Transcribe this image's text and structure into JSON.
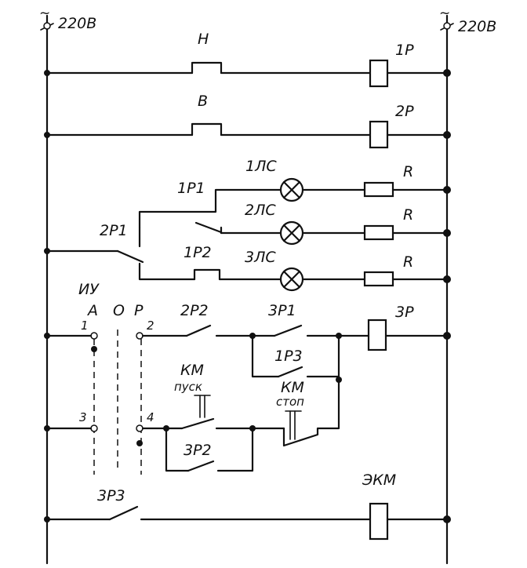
{
  "supply": {
    "left": "220В",
    "right": "220В",
    "ac_symbol": "~"
  },
  "rungs": {
    "r1": {
      "contact": "Н",
      "coil": "1Р"
    },
    "r2": {
      "contact": "В",
      "coil": "2Р"
    },
    "r3": {
      "contact": "1Р1",
      "lamp": "1ЛС",
      "resistor": "R"
    },
    "r4": {
      "contact": "2Р1",
      "lamp": "2ЛС",
      "resistor": "R"
    },
    "r5": {
      "contact": "1Р2",
      "lamp": "3ЛС",
      "resistor": "R"
    },
    "r6": {
      "contact_a": "2Р2",
      "contact_b": "3Р1",
      "contact_c": "1Р3",
      "coil": "3Р"
    },
    "r7": {
      "start_top": "КМ",
      "start_bottom": "пуск",
      "stop_top": "КМ",
      "stop_bottom": "стоп",
      "hold": "3Р2"
    },
    "r8": {
      "contact": "3Р3",
      "coil": "ЭКМ"
    }
  },
  "selector": {
    "name": "ИУ",
    "positions": [
      "А",
      "О",
      "Р"
    ],
    "terminals": [
      "1",
      "2",
      "3",
      "4"
    ]
  }
}
